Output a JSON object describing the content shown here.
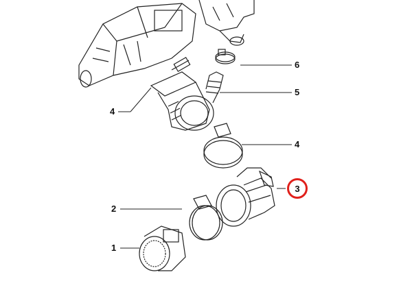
{
  "callouts": [
    {
      "id": "label-6",
      "text": "6"
    },
    {
      "id": "label-5",
      "text": "5"
    },
    {
      "id": "label-4-right",
      "text": "4"
    },
    {
      "id": "label-4-left",
      "text": "4"
    },
    {
      "id": "label-3",
      "text": "3",
      "highlighted": true
    },
    {
      "id": "label-2",
      "text": "2"
    },
    {
      "id": "label-1",
      "text": "1"
    }
  ],
  "colors": {
    "highlight": "#e0201b",
    "line": "#222222"
  }
}
